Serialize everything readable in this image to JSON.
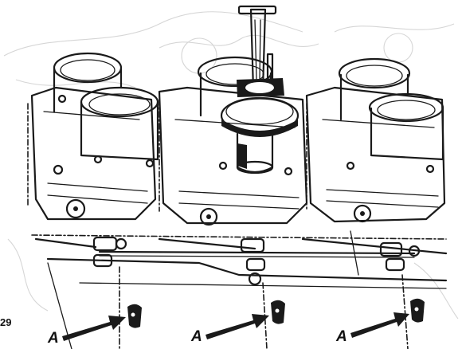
{
  "figure": {
    "number": "29",
    "callouts": [
      {
        "label": "A"
      },
      {
        "label": "A"
      },
      {
        "label": "A"
      }
    ]
  }
}
